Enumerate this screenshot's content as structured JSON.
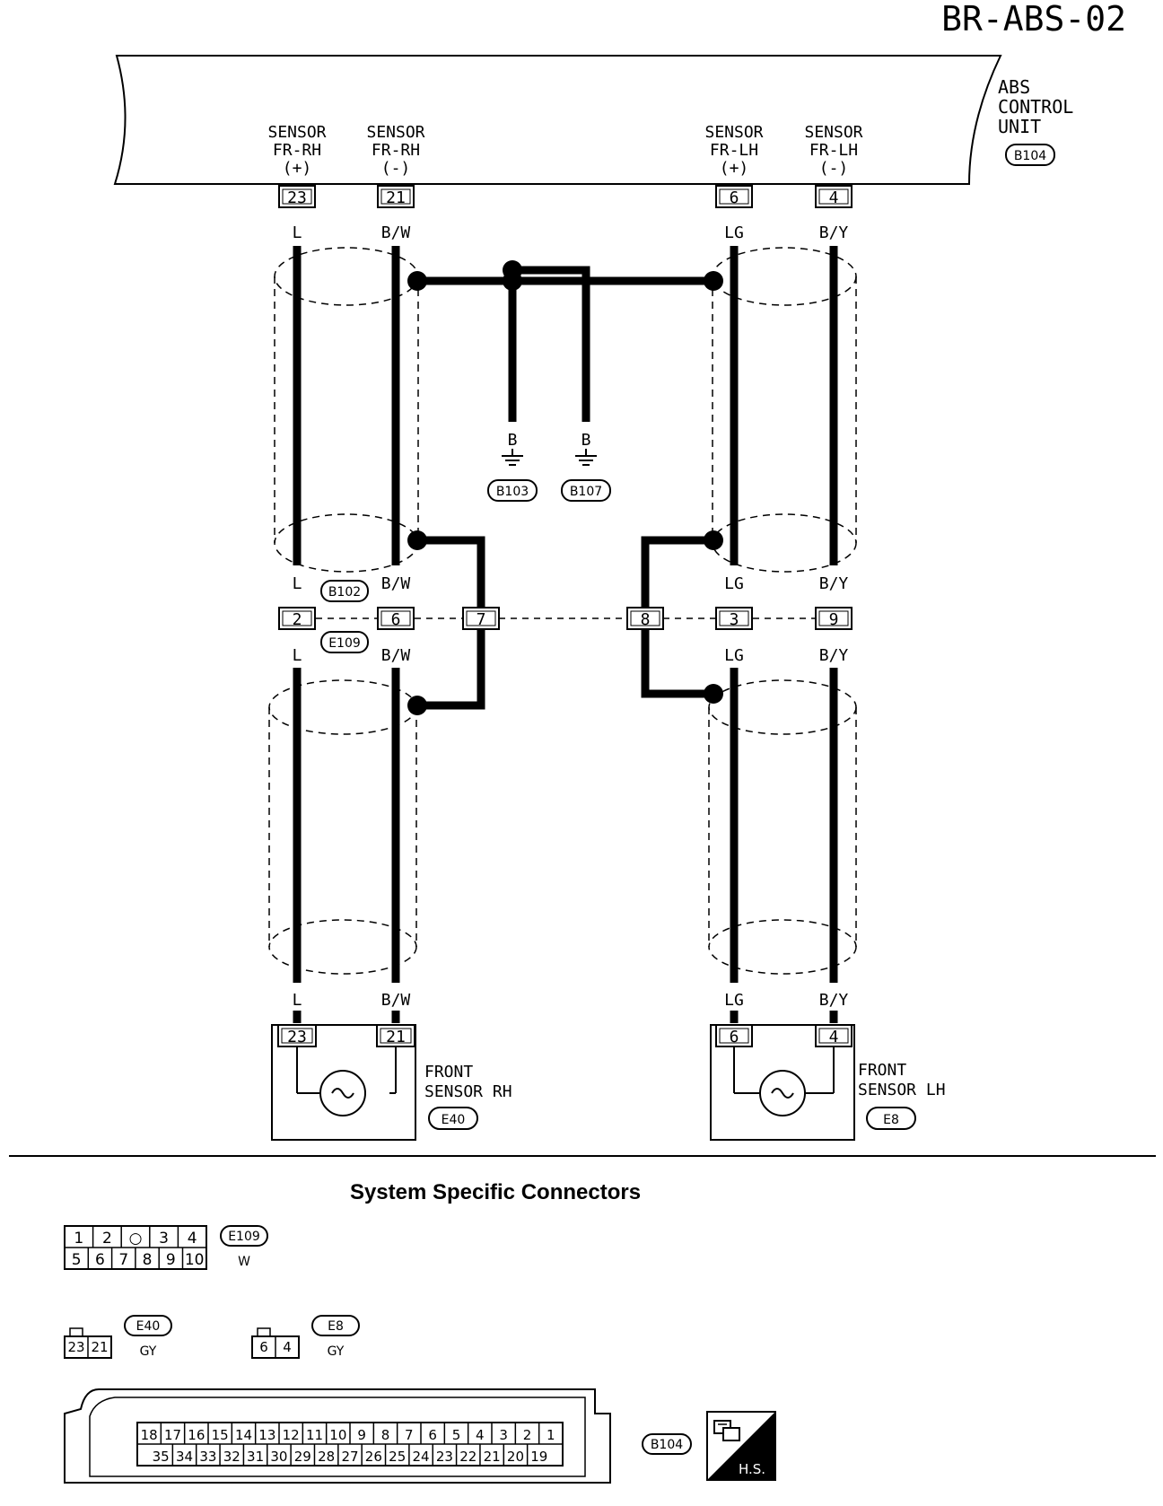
{
  "page_id": "BR-ABS-02",
  "control_unit": {
    "name_lines": [
      "ABS",
      "CONTROL",
      "UNIT"
    ],
    "connector": "B104",
    "terminals": [
      {
        "pin": "23",
        "label_lines": [
          "SENSOR",
          "FR-RH",
          "(+)"
        ],
        "wire": "L"
      },
      {
        "pin": "21",
        "label_lines": [
          "SENSOR",
          "FR-RH",
          "(-)"
        ],
        "wire": "B/W"
      },
      {
        "pin": "6",
        "label_lines": [
          "SENSOR",
          "FR-LH",
          "(+)"
        ],
        "wire": "LG"
      },
      {
        "pin": "4",
        "label_lines": [
          "SENSOR",
          "FR-LH",
          "(-)"
        ],
        "wire": "B/Y"
      }
    ]
  },
  "grounds": [
    {
      "wire": "B",
      "connector": "B103"
    },
    {
      "wire": "B",
      "connector": "B107"
    }
  ],
  "joint": {
    "upper_connector": "B102",
    "lower_connector": "E109",
    "pins": [
      "2",
      "6",
      "7",
      "8",
      "3",
      "9"
    ],
    "wires_upper": [
      "L",
      "B/W",
      "LG",
      "B/Y"
    ],
    "wires_lower": [
      "L",
      "B/W",
      "LG",
      "B/Y"
    ]
  },
  "sensors": [
    {
      "name_lines": [
        "FRONT",
        "SENSOR RH"
      ],
      "connector": "E40",
      "pins": [
        "23",
        "21"
      ],
      "wires": [
        "L",
        "B/W"
      ]
    },
    {
      "name_lines": [
        "FRONT",
        "SENSOR LH"
      ],
      "connector": "E8",
      "pins": [
        "6",
        "4"
      ],
      "wires": [
        "LG",
        "B/Y"
      ]
    }
  ],
  "connectors_section": {
    "title": "System Specific Connectors",
    "e109": {
      "id": "E109",
      "color": "W",
      "row1": [
        "1",
        "2",
        "○",
        "3",
        "4"
      ],
      "row2": [
        "5",
        "6",
        "7",
        "8",
        "9",
        "10"
      ]
    },
    "e40": {
      "id": "E40",
      "color": "GY",
      "pins": [
        "23",
        "21"
      ]
    },
    "e8": {
      "id": "E8",
      "color": "GY",
      "pins": [
        "6",
        "4"
      ]
    },
    "b104": {
      "id": "B104",
      "row1": [
        "18",
        "17",
        "16",
        "15",
        "14",
        "13",
        "12",
        "11",
        "10",
        "9",
        "8",
        "7",
        "6",
        "5",
        "4",
        "3",
        "2",
        "1"
      ],
      "row2": [
        "35",
        "34",
        "33",
        "32",
        "31",
        "30",
        "29",
        "28",
        "27",
        "26",
        "25",
        "24",
        "23",
        "22",
        "21",
        "20",
        "19"
      ]
    },
    "badge": "H.S."
  }
}
